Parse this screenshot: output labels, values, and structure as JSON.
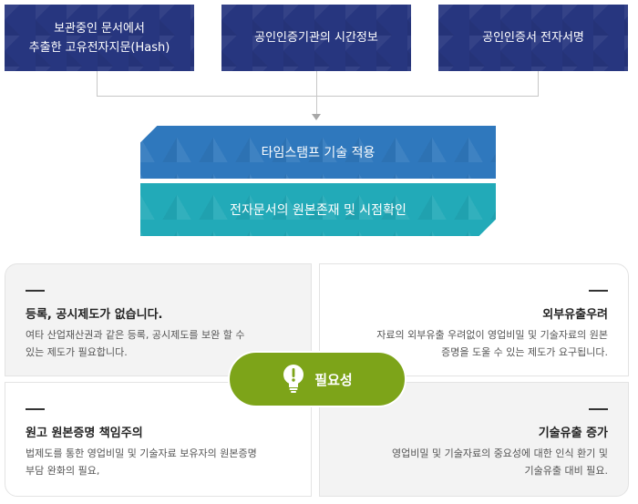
{
  "top_boxes": [
    {
      "label": "보관중인 문서에서\n추출한 고유전자지문(Hash)"
    },
    {
      "label": "공인인증기관의 시간정보"
    },
    {
      "label": "공인인증서 전자서명"
    }
  ],
  "bands": [
    {
      "label": "타임스탬프 기술 적용"
    },
    {
      "label": "전자문서의 원본존재 및 시점확인"
    }
  ],
  "center": {
    "label": "필요성",
    "icon": "lightbulb-icon"
  },
  "panels": [
    {
      "title": "등록, 공시제도가 없습니다.",
      "desc": "여타 산업재산권과 같은 등록, 공시제도를 보완 할 수\n있는 제도가 필요합니다."
    },
    {
      "title": "외부유출우려",
      "desc": "자료의 외부유출 우려없이 영업비밀 및 기술자료의 원본\n증명을 도울 수 있는 제도가 요구됩니다."
    },
    {
      "title": "원고 원본증명 책임주의",
      "desc": "법제도를 통한 영업비밀 및 기술자료 보유자의 원본증명\n부담 완화의 필요,"
    },
    {
      "title": "기술유출 증가",
      "desc": "영업비밀 및 기술자료의 중요성에 대한 인식 환기 및\n기술유출 대비 필요."
    }
  ],
  "colors": {
    "top_box": "#27367f",
    "band_blue": "#2f78bd",
    "band_teal": "#22aab8",
    "pill_green": "#7da419"
  }
}
